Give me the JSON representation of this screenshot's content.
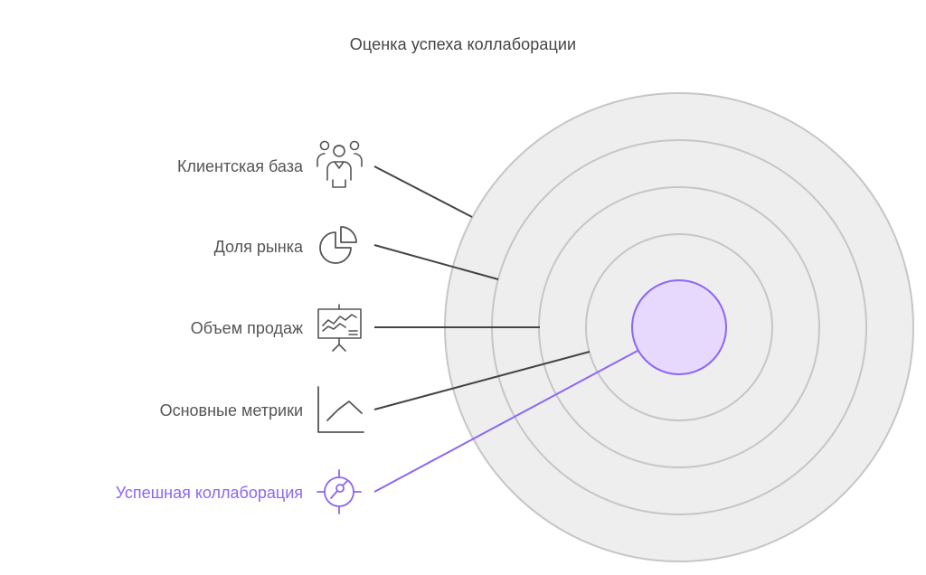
{
  "title": "Оценка успеха коллаборации",
  "colors": {
    "ring_fill": "#eeeeee",
    "ring_stroke": "#c6c6c6",
    "core_fill": "#e6d9fd",
    "core_stroke": "#8c66f5",
    "accent": "#8c66f5",
    "line": "#444444",
    "icon": "#555555"
  },
  "layers": [
    {
      "label": "Клиентская база",
      "icon": "people-group-icon",
      "accent": false
    },
    {
      "label": "Доля рынка",
      "icon": "pie-chart-icon",
      "accent": false
    },
    {
      "label": "Объем продаж",
      "icon": "presentation-board-icon",
      "accent": false
    },
    {
      "label": "Основные метрики",
      "icon": "line-graph-icon",
      "accent": false
    },
    {
      "label": "Успешная коллаборация",
      "icon": "target-icon",
      "accent": true
    }
  ]
}
